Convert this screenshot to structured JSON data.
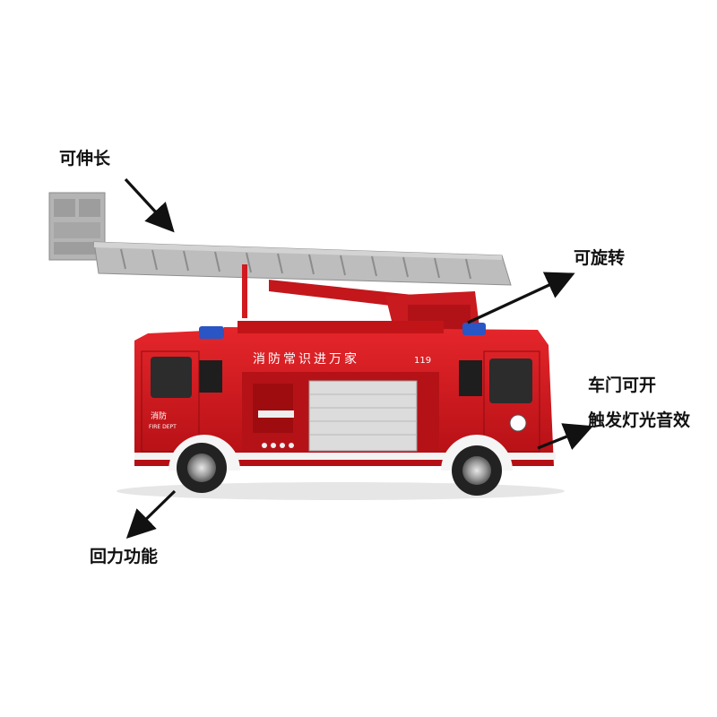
{
  "annotations": {
    "extendable": "可伸长",
    "rotatable": "可旋转",
    "doors_open": "车门可开",
    "lights_sound": "触发灯光音效",
    "pullback": "回力功能"
  },
  "truck": {
    "side_slogan": "消防常识进万家",
    "emergency_number": "119",
    "door_text_cn": "消防",
    "door_text_en": "FIRE DEPT"
  },
  "colors": {
    "body_red": "#d4151b",
    "dark_red": "#9e0c10",
    "ladder_gray": "#b9b9b9",
    "arrow": "#111111"
  }
}
